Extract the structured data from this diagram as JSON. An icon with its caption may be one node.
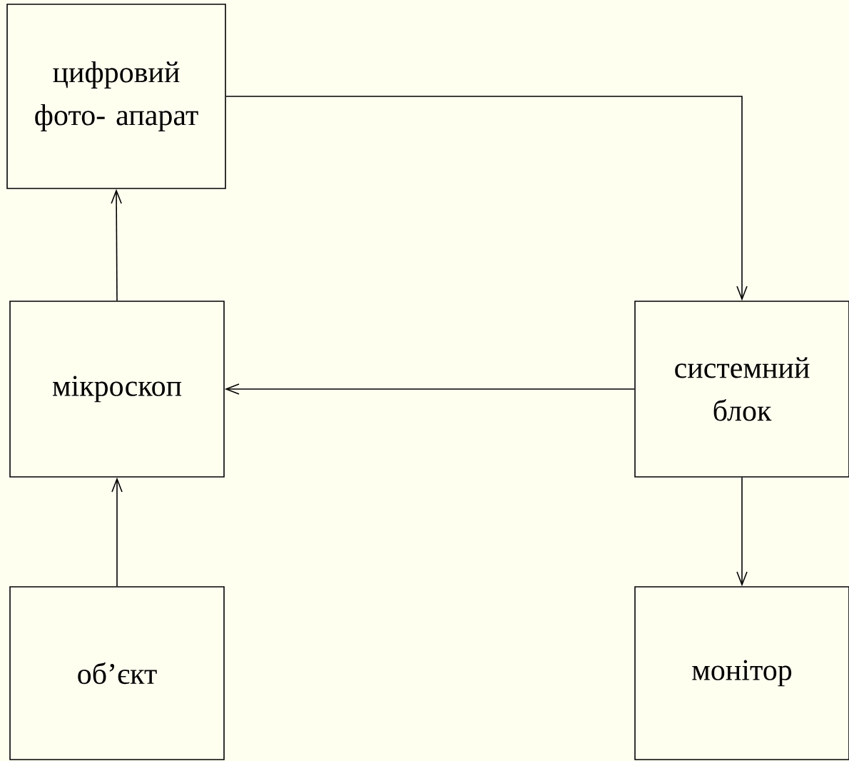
{
  "diagram": {
    "nodes": [
      {
        "text": [
          "цифровий фото- апарат"
        ]
      },
      {
        "text": [
          "мікроскоп"
        ]
      },
      {
        "text": [
          "об’єкт"
        ]
      },
      {
        "text": [
          "системний блок"
        ]
      },
      {
        "text": [
          "монітор"
        ]
      }
    ],
    "edges": [
      {
        "from": 1,
        "to": 0,
        "arrow": "to"
      },
      {
        "from": 2,
        "to": 1,
        "arrow": "to"
      },
      {
        "from": 0,
        "to": 3,
        "arrow": "to"
      },
      {
        "from": 3,
        "to": 1,
        "arrow": "to"
      },
      {
        "from": 3,
        "to": 4,
        "arrow": "to"
      }
    ]
  }
}
